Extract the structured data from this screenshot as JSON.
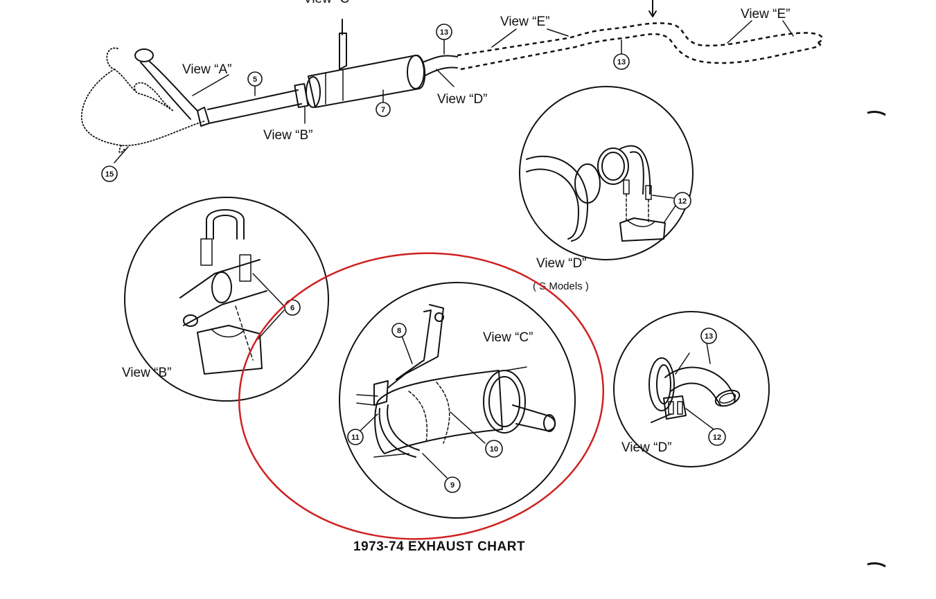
{
  "title": "1973-74 EXHAUST CHART",
  "views": {
    "a": "View “A”",
    "b": "View “B”",
    "c": "View “C”",
    "d": "View “D”",
    "e": "View “E”",
    "top_cut": "View “C”"
  },
  "s_models": "( S Models )",
  "callouts": {
    "n5": "5",
    "n6": "6",
    "n7": "7",
    "n8": "8",
    "n9": "9",
    "n10": "10",
    "n11": "11",
    "n12": "12",
    "n13": "13",
    "n15": "15"
  },
  "highlight_color": "#d02020"
}
